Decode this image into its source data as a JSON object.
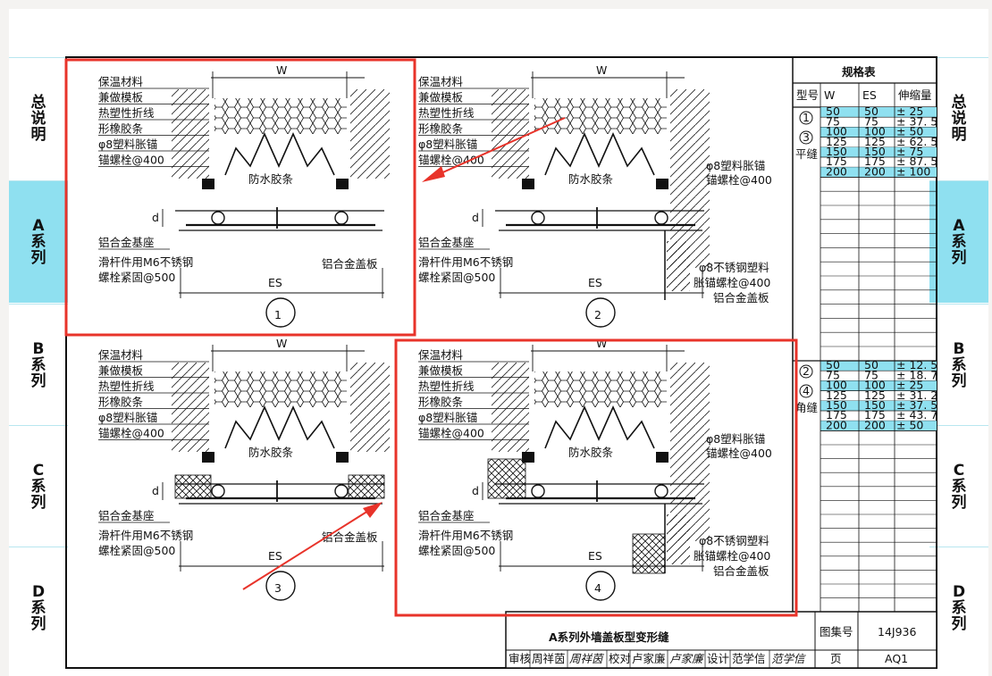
{
  "side_tabs": [
    {
      "label": "总说明",
      "active": false
    },
    {
      "label": "A系列",
      "active": true
    },
    {
      "label": "B系列",
      "active": false
    },
    {
      "label": "C系列",
      "active": false
    },
    {
      "label": "D系列",
      "active": false
    }
  ],
  "labels": {
    "W": "W",
    "ES": "ES",
    "d": "d",
    "insulation": "保温材料",
    "formwork": "兼做模板",
    "plastic_fold": "热塑性折线",
    "rubber_strip": "形橡胶条",
    "anchor8": "φ8塑料胀锚",
    "anchor_bolt": "锚螺栓@400",
    "waterproof": "防水胶条",
    "base": "铝合金基座",
    "slide1": "滑杆件用M6不锈钢",
    "slide2": "螺栓紧固@500",
    "cover": "铝合金盖板",
    "ss1": "φ8不锈钢塑料",
    "ss2": "胀锚螺栓@400"
  },
  "details": [
    {
      "number": "1"
    },
    {
      "number": "2"
    },
    {
      "number": "3"
    },
    {
      "number": "4"
    }
  ],
  "spec_table": {
    "title": "规格表",
    "headers": [
      "型号",
      "W",
      "ES",
      "伸缩量"
    ],
    "group1": {
      "refs": [
        "1",
        "3"
      ],
      "name": "平缝",
      "rows": [
        {
          "W": "50",
          "ES": "50",
          "d": "± 25",
          "hl": true
        },
        {
          "W": "75",
          "ES": "75",
          "d": "± 37. 5",
          "hl": false
        },
        {
          "W": "100",
          "ES": "100",
          "d": "± 50",
          "hl": true
        },
        {
          "W": "125",
          "ES": "125",
          "d": "± 62. 5",
          "hl": false
        },
        {
          "W": "150",
          "ES": "150",
          "d": "± 75",
          "hl": true
        },
        {
          "W": "175",
          "ES": "175",
          "d": "± 87. 5",
          "hl": false
        },
        {
          "W": "200",
          "ES": "200",
          "d": "± 100",
          "hl": true
        }
      ]
    },
    "group2": {
      "refs": [
        "2",
        "4"
      ],
      "name": "角缝",
      "rows": [
        {
          "W": "50",
          "ES": "50",
          "d": "± 12. 5",
          "hl": true
        },
        {
          "W": "75",
          "ES": "75",
          "d": "± 18. 7",
          "hl": false
        },
        {
          "W": "100",
          "ES": "100",
          "d": "± 25",
          "hl": true
        },
        {
          "W": "125",
          "ES": "125",
          "d": "± 31. 2",
          "hl": false
        },
        {
          "W": "150",
          "ES": "150",
          "d": "± 37. 5",
          "hl": true
        },
        {
          "W": "175",
          "ES": "175",
          "d": "± 43. 7",
          "hl": false
        },
        {
          "W": "200",
          "ES": "200",
          "d": "± 50",
          "hl": true
        }
      ]
    }
  },
  "title_block": {
    "title": "A系列外墙盖板型变形缝",
    "atlas_label": "图集号",
    "atlas_no": "14J936",
    "page_label": "页",
    "page_no": "AQ1",
    "sign_row": [
      "审核",
      "周祥茵",
      "周祥茵",
      "校对",
      "卢家廉",
      "卢家廉",
      "设计",
      "范学信",
      "范学信"
    ]
  },
  "colors": {
    "highlight_cell": "#8fe0f0",
    "active_tab": "#8fe0f0",
    "annotation": "#e8332a"
  }
}
